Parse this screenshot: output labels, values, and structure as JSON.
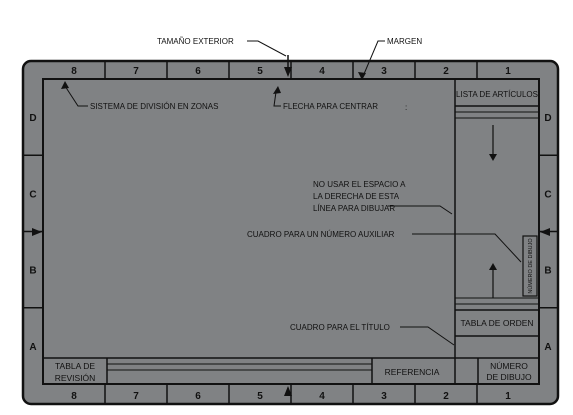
{
  "colors": {
    "sheet": "#808284",
    "border_band": "#9a9c9e",
    "line": "#111111",
    "background": "#ffffff"
  },
  "zones": {
    "columns": [
      "8",
      "7",
      "6",
      "5",
      "4",
      "3",
      "2",
      "1"
    ],
    "rows": [
      "D",
      "C",
      "B",
      "A"
    ]
  },
  "callouts": {
    "outer_size": "TAMAÑO EXTERIOR",
    "margin": "MARGEN",
    "zoning_system": "SISTEMA DE DIVISIÓN EN ZONAS",
    "centering_arrow": "FLECHA PARA CENTRAR",
    "no_draw_space": [
      "NO USAR EL ESPACIO A",
      "LA DERECHA DE ESTA",
      "LÍNEA PARA DIBUJAR"
    ],
    "aux_number_box": "CUADRO PARA UN NÚMERO AUXILIAR",
    "title_box": "CUADRO PARA EL TÍTULO"
  },
  "blocks": {
    "parts_list": "LISTA DE ARTÍCULOS",
    "order_table": "TABLA DE ORDEN",
    "revision_table": [
      "TABLA DE",
      "REVISIÓN"
    ],
    "reference": "REFERENCIA",
    "drawing_number": [
      "NÚMERO",
      "DE DIBUJO"
    ],
    "aux_drawing_number": "NÚMERO DE DIBUJO"
  }
}
